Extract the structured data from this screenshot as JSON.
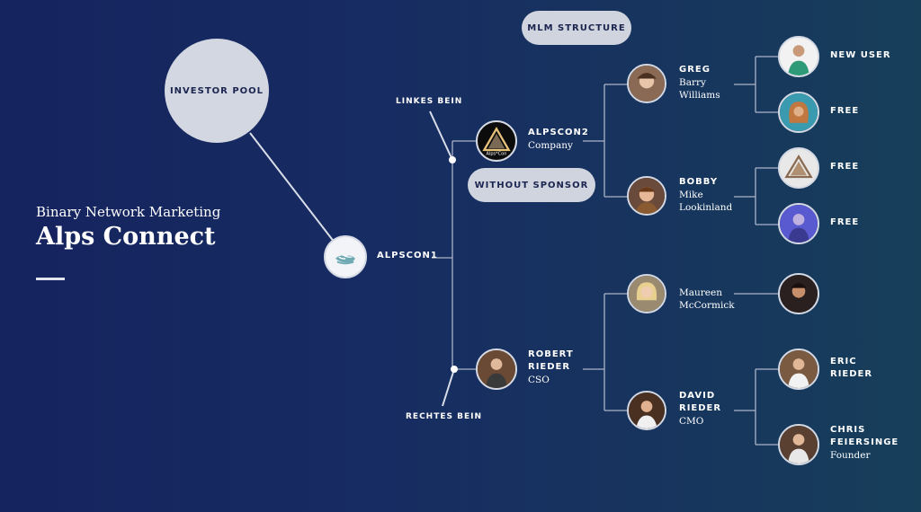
{
  "header": {
    "subtitle": "Binary Network Marketing",
    "title": "Alps Connect"
  },
  "structure_label": "MLM STRUCTURE",
  "investor_pool": "INVESTOR POOL",
  "without_sponsor": "WITHOUT SPONSOR",
  "left_leg_label": "LINKES BEIN",
  "right_leg_label": "RECHTES BEIN",
  "nodes": {
    "root": {
      "name": "ALPSCON1"
    },
    "alpscon2": {
      "name": "ALPSCON2",
      "role": "Company"
    },
    "greg": {
      "name": "GREG",
      "line1": "Barry",
      "line2": "Williams"
    },
    "bobby": {
      "name": "BOBBY",
      "line1": "Mike",
      "line2": "Lookinland"
    },
    "robert": {
      "name1": "ROBERT",
      "name2": "RIEDER",
      "role": "CSO"
    },
    "maureen": {
      "line1": "Maureen",
      "line2": "McCormick"
    },
    "david": {
      "name1": "DAVID",
      "name2": "RIEDER",
      "role": "CMO"
    },
    "new_user": {
      "name": "NEW USER"
    },
    "free1": {
      "name": "FREE"
    },
    "free2": {
      "name": "FREE"
    },
    "free3": {
      "name": "FREE"
    },
    "eric": {
      "name1": "ERIC",
      "name2": "RIEDER"
    },
    "chris": {
      "name1": "CHRIS",
      "name2": "FEIERSINGE",
      "role": "Founder"
    }
  },
  "logo_text": "Alps*Con",
  "colors": {
    "background_left": "#15235e",
    "background_right": "#173f5a",
    "pill": "#cfd4de",
    "line": "#aab3c8"
  }
}
